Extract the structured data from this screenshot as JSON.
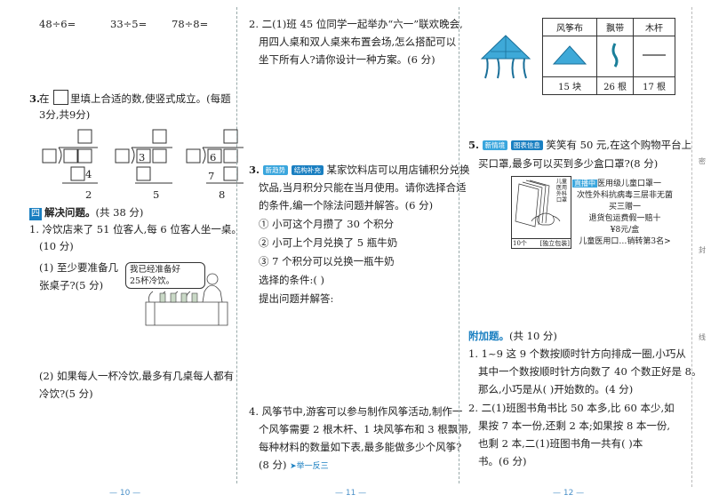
{
  "left": {
    "calc_row": [
      "48÷6=",
      "33÷5=",
      "78÷8="
    ],
    "q3": {
      "line1": "3. 在",
      "line1b": "里填上合适的数,使竖式成立。(每题",
      "line2": "3分,共9分)"
    },
    "division_blanks": [
      {
        "visible_digits": {
          "r3": "4",
          "r5": "2"
        }
      },
      {
        "visible_digits": {
          "r1": "3",
          "r5": "5"
        }
      },
      {
        "visible_digits": {
          "r1": "6",
          "r3": "7",
          "r5": "8"
        }
      }
    ],
    "section4": {
      "tag": "四",
      "title": "解决问题。",
      "points": "(共 38 分)"
    },
    "q1": {
      "line1": "1. 冷饮店来了 51 位客人,每 6 位客人坐一桌。",
      "line2": "(10 分)",
      "sub1_line1": "(1) 至少要准备几",
      "sub1_line2": "张桌子?(5 分)",
      "bubble_line1": "我已经准备好",
      "bubble_line2": "25杯冷饮。",
      "sub2_line1": "(2) 如果每人一杯冷饮,最多有几桌每人都有",
      "sub2_line2": "冷饮?(5 分)"
    },
    "page_number": "— 10 —"
  },
  "middle": {
    "q2": {
      "line1": "2. 二(1)班 45 位同学一起举办“六一”联欢晚会,",
      "line2": "用四人桌和双人桌来布置会场,怎么搭配可以",
      "line3": "坐下所有人?请你设计一种方案。(6 分)"
    },
    "q3": {
      "prefix": "3.",
      "badge1": "新趋势",
      "badge2": "结构补充",
      "line1": "某家饮料店可以用店铺积分兑换",
      "line2": "饮品,当月积分只能在当月使用。请你选择合适",
      "line3": "的条件,编一个除法问题并解答。(6 分)",
      "opt1": "① 小可这个月攒了 30 个积分",
      "opt2": "② 小可上个月兑换了 5 瓶牛奶",
      "opt3": "③ 7 个积分可以兑换一瓶牛奶",
      "choose": "选择的条件:(      )",
      "ask": "提出问题并解答:"
    },
    "q4": {
      "line1": "4. 风筝节中,游客可以参与制作风筝活动,制作一",
      "line2": "个风筝需要 2 根木杆、1 块风筝布和 3 根飘带,",
      "line3": "每种材料的数量如下表,最多能做多少个风筝?",
      "line4": "(8 分)",
      "tag": "➤举一反三"
    },
    "page_number": "— 11 —"
  },
  "right": {
    "kite_table": {
      "headers": [
        "风筝布",
        "飘带",
        "木杆"
      ],
      "counts": [
        "15 块",
        "26 根",
        "17 根"
      ]
    },
    "q5": {
      "prefix": "5.",
      "badge1": "新情境",
      "badge2": "图表信息",
      "line1": "笑笑有 50 元,在这个购物平台上",
      "line2": "买口罩,最多可以买到多少盒口罩?(8 分)"
    },
    "ad": {
      "box_title1": "儿童医用",
      "box_title2": "外科口罩",
      "count_label": "10个",
      "pkg_label": "[独立包装]",
      "live": "直播中",
      "line1": "医用级儿童口罩一",
      "line2": "次性外科抗病毒三层非无菌",
      "line3": "买三赠一",
      "line4": "退货包运费假一赔十",
      "price": "¥8元/盒",
      "line6": "儿童医用口…销转第3名>"
    },
    "extra": {
      "title": "附加题。",
      "points": "(共 10 分)",
      "q1_line1": "1. 1~9 这 9 个数按顺时针方向排成一圈,小巧从",
      "q1_line2": "其中一个数按顺时针方向数了 40 个数正好是 8。",
      "q1_line3": "那么,小巧是从(     )开始数的。(4 分)",
      "q2_line1": "2. 二(1)班图书角书比 50 本多,比 60 本少,如",
      "q2_line2": "果按 7 本一份,还剩 2 本;如果按 8 本一份,",
      "q2_line3": "也剩 2 本,二(1)班图书角一共有(     )本",
      "q2_line4": "书。(6 分)"
    },
    "side_chars": [
      "密",
      "封",
      "线"
    ],
    "page_number": "— 12 —"
  },
  "colors": {
    "accent": "#1a7fc1",
    "badge": "#3aa6dd",
    "kite_fill": "#3ea9d8"
  }
}
